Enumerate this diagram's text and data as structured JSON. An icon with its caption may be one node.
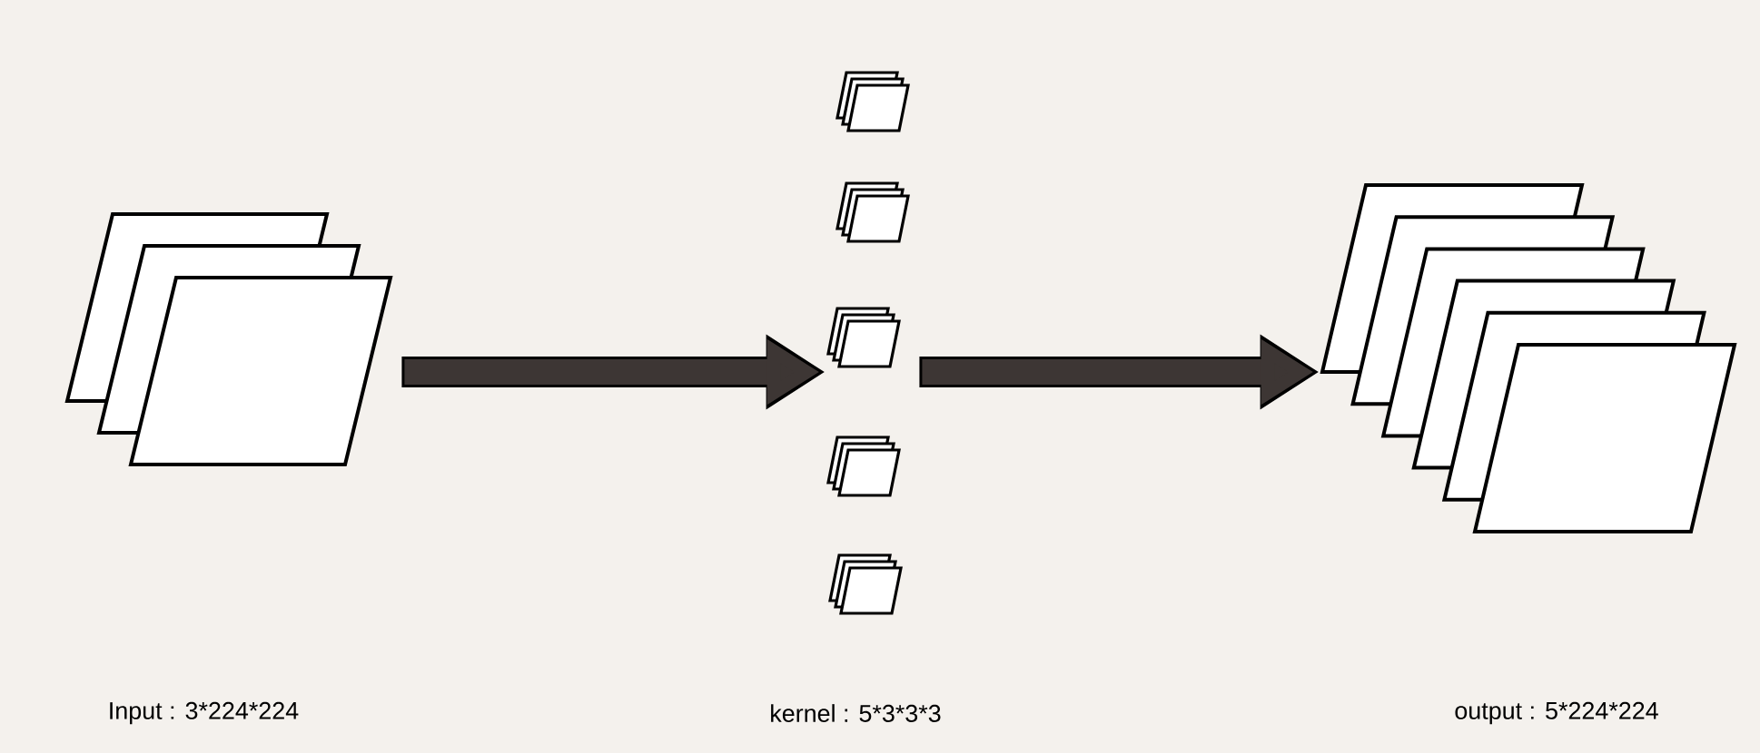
{
  "diagram": {
    "nodes": [
      {
        "text": [],
        "shape": "parallelogram"
      },
      {
        "text": [],
        "shape": "parallelogram"
      },
      {
        "text": [],
        "shape": "parallelogram"
      }
    ],
    "labels": [
      "Input : 3*224*224",
      "kernel : 5*3*3*3",
      "output : 5*224*224"
    ],
    "edges": [
      {
        "from": 0,
        "to": 1,
        "arrow": "to"
      },
      {
        "from": 1,
        "to": 2,
        "arrow": "to"
      }
    ]
  }
}
